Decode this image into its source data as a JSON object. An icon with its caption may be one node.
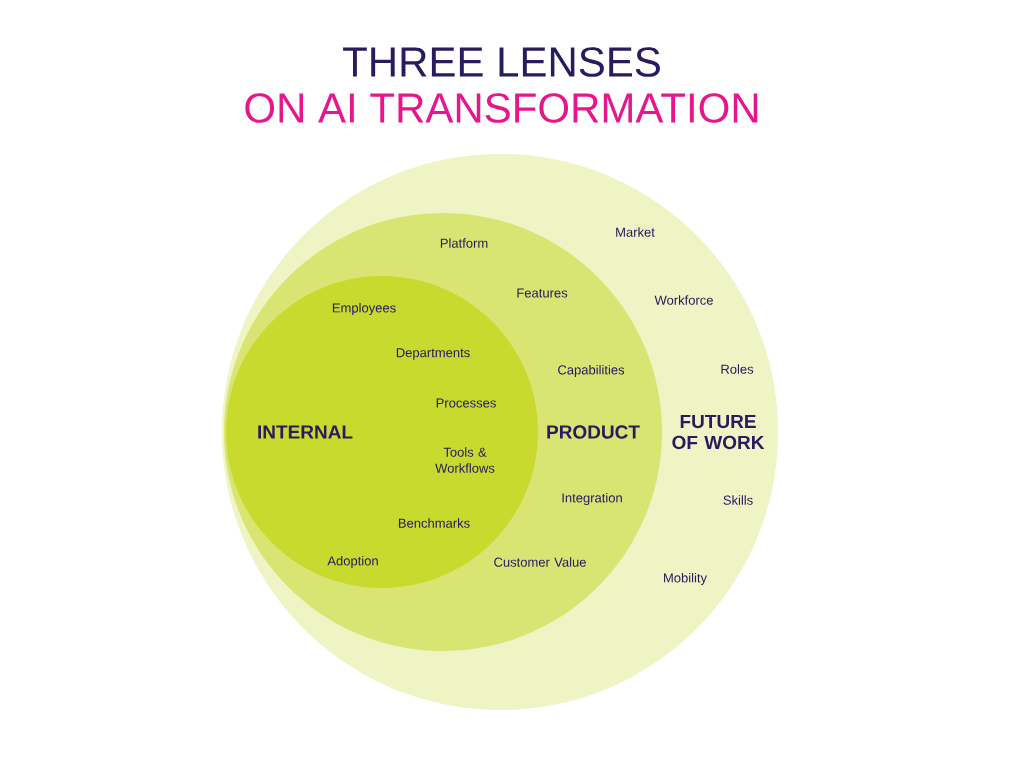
{
  "diagram": {
    "title": "THREE LENSES",
    "nodes": [
      {
        "text": [
          "FUTURE OF WORK",
          "Market",
          "Workforce",
          "Roles",
          "Skills",
          "Mobility"
        ]
      },
      {
        "text": [
          "PRODUCT",
          "Platform",
          "Features",
          "Capabilities",
          "Integration",
          "Customer Value"
        ],
        "in": 0
      },
      {
        "text": [
          "INTERNAL",
          "Employees",
          "Departments",
          "Processes",
          "Tools & Workflows",
          "Benchmarks",
          "Adoption"
        ],
        "in": 1
      }
    ],
    "labels": [
      "ON AI TRANSFORMATION"
    ]
  }
}
